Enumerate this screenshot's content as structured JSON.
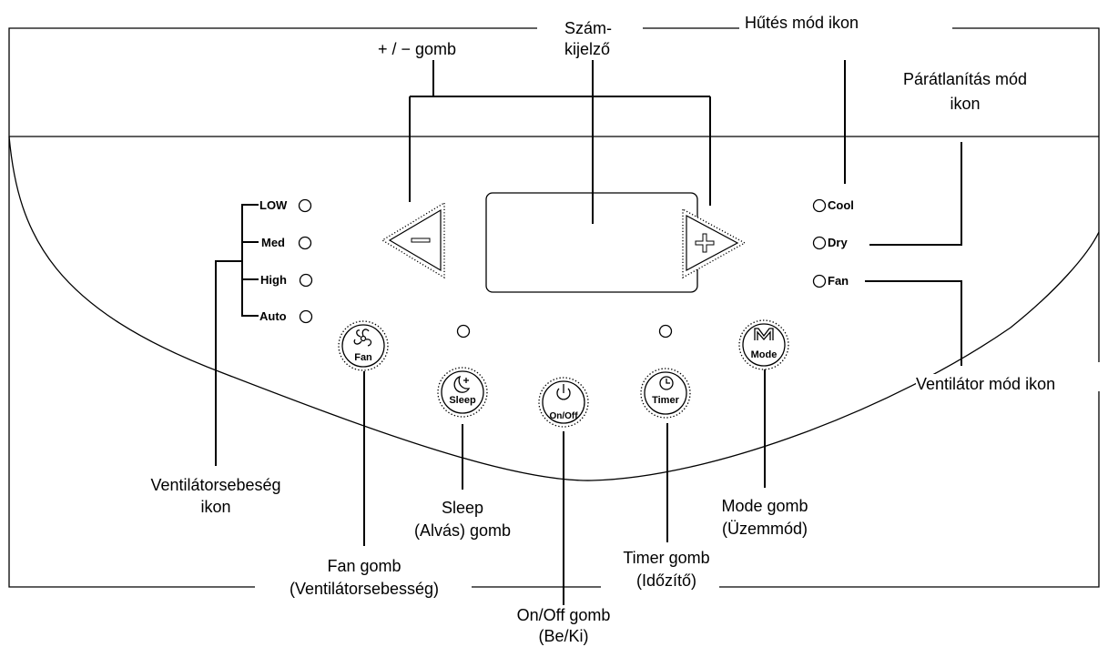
{
  "callouts": {
    "plus_minus": "+ / − gomb",
    "display_line1": "Szám-",
    "display_line2": "kijelző",
    "cool_icon": "Hűtés mód ikon",
    "dry_icon_line1": "Párátlanítás mód",
    "dry_icon_line2": "ikon",
    "fan_mode_icon": "Ventilátor mód ikon",
    "fan_speed_icon_line1": "Ventilátorsebeség",
    "fan_speed_icon_line2": "ikon",
    "sleep_line1": "Sleep",
    "sleep_line2": "(Alvás) gomb",
    "mode_line1": "Mode gomb",
    "mode_line2": "(Üzemmód)",
    "fan_line1": "Fan gomb",
    "fan_line2": "(Ventilátorsebesség)",
    "timer_line1": "Timer gomb",
    "timer_line2": "(Időzítő)",
    "onoff_line1": "On/Off gomb",
    "onoff_line2": "(Be/Ki)"
  },
  "panel": {
    "speed_labels": [
      "LOW",
      "Med",
      "High",
      "Auto"
    ],
    "mode_labels": [
      "Cool",
      "Dry",
      "Fan"
    ],
    "buttons": {
      "fan": "Fan",
      "sleep": "Sleep",
      "onoff": "On/Off",
      "timer": "Timer",
      "mode": "Mode"
    },
    "icons": {
      "fan": "fan-icon",
      "sleep": "moon-stars-icon",
      "onoff": "power-icon",
      "timer": "clock-icon",
      "mode": "m-icon",
      "minus": "minus-icon",
      "plus": "plus-icon"
    }
  }
}
